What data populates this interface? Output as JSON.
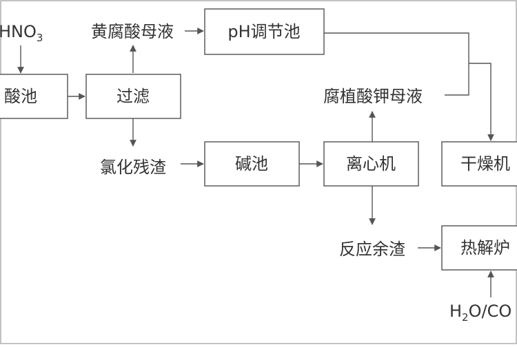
{
  "nodes": {
    "hno3": "HNO",
    "hno3_sub": "3",
    "acid_pool": "酸池",
    "filter": "过滤",
    "fulvic_mother_liquor": "黄腐酸母液",
    "ph_pool": "pH调节池",
    "chlorinated_residue": "氯化残渣",
    "alkali_pool": "碱池",
    "centrifuge": "离心机",
    "potassium_humate_liquor": "腐植酸钾母液",
    "dryer": "干燥机",
    "reaction_residue": "反应余渣",
    "pyrolysis_furnace": "热解炉",
    "h2o_co_h": "H",
    "h2o_co_sub": "2",
    "h2o_co_rest": "O/CO"
  }
}
